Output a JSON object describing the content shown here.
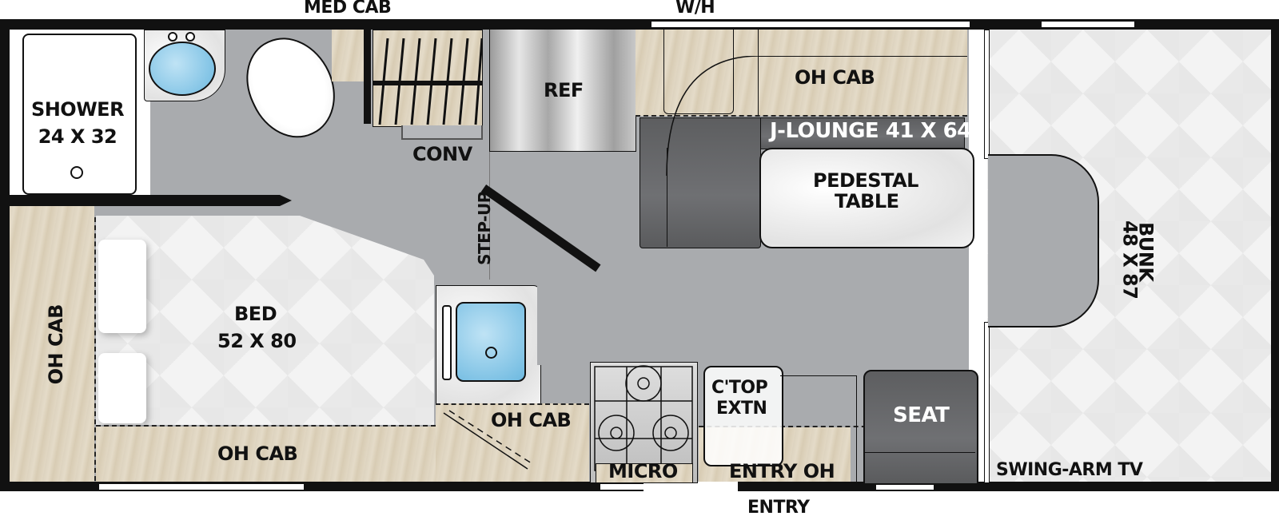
{
  "floorplan": {
    "exterior_labels": {
      "med_cab": "MED CAB",
      "water_heater": "W/H",
      "entry": "ENTRY"
    },
    "rooms": {
      "shower": {
        "name": "SHOWER",
        "size": "24 X 32"
      },
      "refrigerator": {
        "name": "REF"
      },
      "convection": {
        "name": "CONV"
      },
      "step_up": {
        "name": "STEP-UP"
      },
      "oh_cab_top": {
        "name": "OH CAB"
      },
      "j_lounge": {
        "name": "J-LOUNGE 41 X 64"
      },
      "pedestal_table": {
        "line1": "PEDESTAL",
        "line2": "TABLE"
      },
      "bunk": {
        "name": "BUNK",
        "size": "48 X 87"
      },
      "swing_arm_tv": {
        "name": "SWING-ARM TV"
      },
      "bed": {
        "name": "BED",
        "size": "52 X 80"
      },
      "oh_cab_rear": {
        "name": "OH CAB"
      },
      "oh_cab_bed_bottom": {
        "name": "OH CAB"
      },
      "oh_cab_kitchen": {
        "name": "OH CAB"
      },
      "microwave": {
        "name": "MICRO"
      },
      "countertop_extension": {
        "line1": "C'TOP",
        "line2": "EXTN"
      },
      "entry_oh": {
        "name": "ENTRY OH"
      },
      "seat": {
        "name": "SEAT"
      }
    },
    "colors": {
      "wall": "#111111",
      "floor": "#a9abae",
      "wood_cabinet": "#ddd3bf",
      "cushion_dark": "#6a6b6d",
      "sink_blue": "#6db9e0",
      "mattress": "#f3f3f3"
    }
  }
}
